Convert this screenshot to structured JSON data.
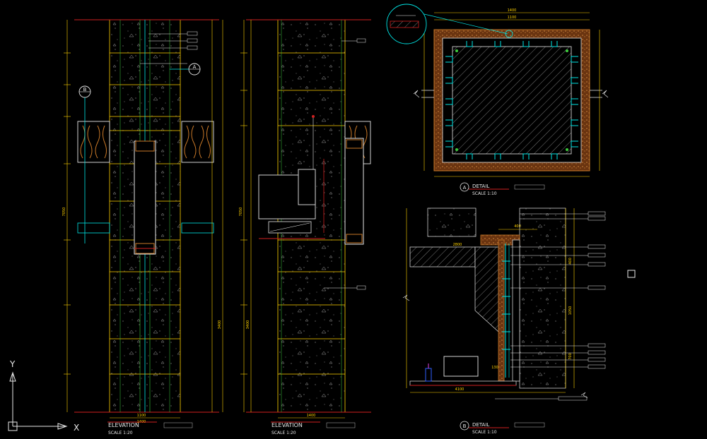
{
  "canvas": {
    "background": "#000000"
  },
  "colors": {
    "yellow": "#ffd200",
    "cyan": "#00e5e5",
    "red": "#d02020",
    "white": "#e8e8e8",
    "orange": "#c87828",
    "green": "#3ccc3c",
    "magenta": "#e040e0",
    "blue": "#3060ff"
  },
  "ucs": {
    "x_label": "X",
    "y_label": "Y"
  },
  "elevation_left": {
    "title": "ELEVATION",
    "scale": "SCALE  1:20"
  },
  "elevation_right": {
    "title": "ELEVATION",
    "scale": "SCALE  1:20"
  },
  "detail_a": {
    "marker": "A",
    "title": "DETAIL",
    "scale": "SCALE  1:10"
  },
  "detail_b": {
    "marker": "B",
    "title": "DETAIL",
    "scale": "SCALE  1:10"
  },
  "section_marker_a": "A",
  "section_marker_b": "B",
  "dims": {
    "el_left_bottom_a": "1100",
    "el_left_bottom_b": "1400",
    "el_left_side_total": "7050",
    "el_left_side_mid": "3400",
    "el_right_bottom_a": "1400",
    "el_right_side_total": "7050",
    "el_right_side_mid": "3400",
    "det_a_top_a": "1400",
    "det_a_top_b": "1100",
    "det_b_top": "400",
    "det_b_right_a": "400",
    "det_b_right_b": "1050",
    "det_b_right_c": "700",
    "det_b_lower": "130",
    "det_b_bottom": "4100",
    "det_b_mid": "2800"
  }
}
